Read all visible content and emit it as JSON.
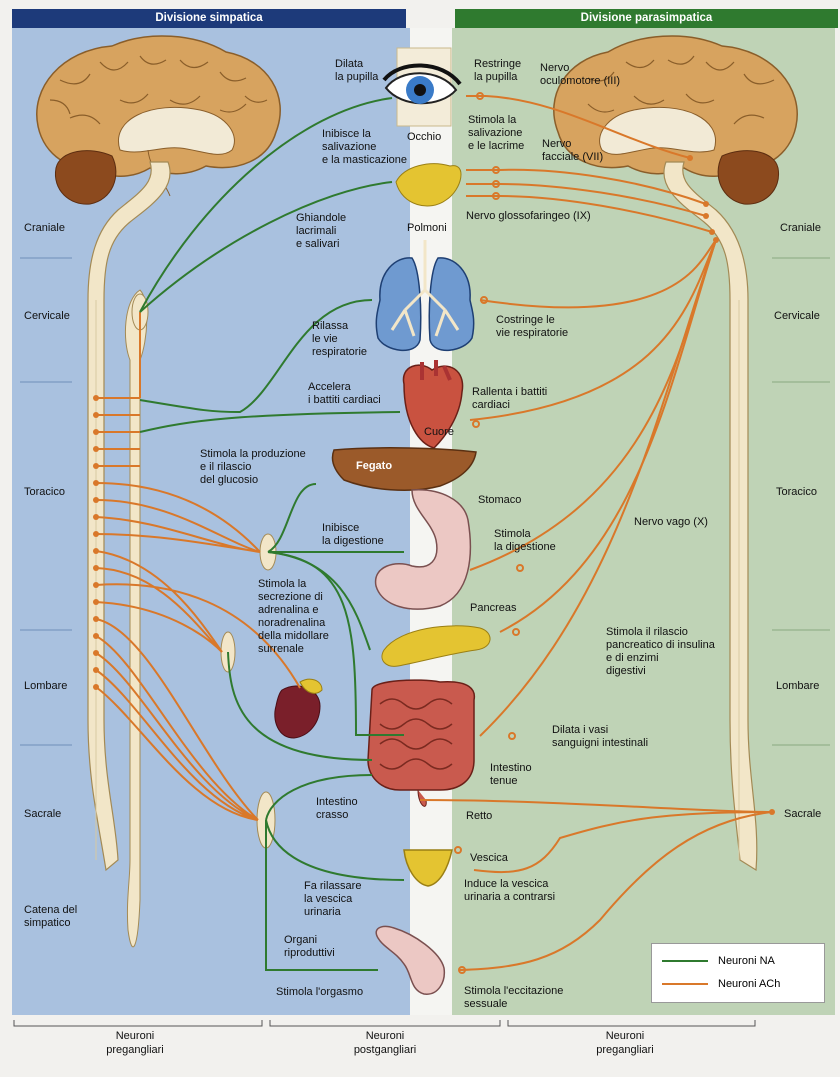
{
  "headers": {
    "left": "Divisione simpatica",
    "right": "Divisione parasimpatica"
  },
  "regions": [
    "Craniale",
    "Cervicale",
    "Toracico",
    "Lombare",
    "Sacrale"
  ],
  "organs": {
    "eye": "Occhio",
    "lungs": "Polmoni",
    "heart": "Cuore",
    "liver": "Fegato",
    "stomach": "Stomaco",
    "pancreas": "Pancreas",
    "small_intestine": "Intestino\ntenue",
    "large_intestine": "Intestino\ncrasso",
    "rectum": "Retto",
    "bladder": "Vescica",
    "glands": "Ghiandole\nlacrimali\ne salivari",
    "reproductive": "Organi\nriproduttivi"
  },
  "sympathetic_effects": {
    "pupil": "Dilata\nla pupilla",
    "saliva": "Inibisce la\nsalivazione\ne la masticazione",
    "airways": "Rilassa\nle vie\nrespiratorie",
    "heart": "Accelera\ni battiti cardiaci",
    "glucose": "Stimola la produzione\ne il rilascio\ndel glucosio",
    "digestion": "Inibisce\nla digestione",
    "adrenal": "Stimola la\nsecrezione di\nadrenalina e\nnoradrenalina\ndella midollare\nsurrenale",
    "bladder": "Fa rilassare\nla vescica\nurinaria",
    "orgasm": "Stimola l'orgasmo"
  },
  "parasympathetic_effects": {
    "pupil": "Restringe\nla pupilla",
    "saliva": "Stimola la\nsalivazione\ne le lacrime",
    "airways": "Costringe le\nvie respiratorie",
    "heart": "Rallenta i battiti\ncardiaci",
    "digestion": "Stimola\nla digestione",
    "pancreas": "Stimola il rilascio\npancreatico di insulina\ne di enzimi\ndigestivi",
    "vessels": "Dilata i vasi\nsanguigni intestinali",
    "bladder": "Induce la vescica\nurinaria a contrarsi",
    "arousal": "Stimola l'eccitazione\nsessuale"
  },
  "nerves": {
    "oculomotor": "Nervo\noculomotore (III)",
    "facial": "Nervo\nfacciale (VII)",
    "glossopharyngeal": "Nervo glossofaringeo (IX)",
    "vagus": "Nervo vago (X)"
  },
  "chain_label": "Catena del\nsimpatico",
  "legend": {
    "na": "Neuroni NA",
    "ach": "Neuroni ACh",
    "na_color": "#2f7a2f",
    "ach_color": "#d9782a"
  },
  "footer": {
    "left": "Neuroni\npregangliari",
    "center": "Neuroni\npostgangliari",
    "right": "Neuroni\npregangliari"
  },
  "colors": {
    "sympathetic_bg": "#a9c1df",
    "parasympathetic_bg": "#bfd3b6",
    "header_left": "#1d3a7a",
    "header_right": "#2f7a2f"
  }
}
